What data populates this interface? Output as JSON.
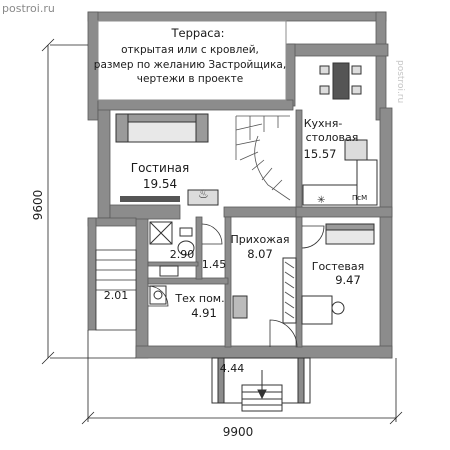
{
  "watermark": "postroi.ru",
  "terrace_note": {
    "lines": [
      "Терраса:",
      "открытая или с кровлей,",
      "размер по желанию Застройщика,",
      "чертежи в проекте"
    ]
  },
  "rooms": {
    "living": {
      "name": "Гостиная",
      "area": "19.54"
    },
    "kitchen": {
      "name_line1": "Кухня-",
      "name_line2": "столовая",
      "area": "15.57"
    },
    "hall": {
      "name": "Прихожая",
      "area": "8.07"
    },
    "guest": {
      "name": "Гостевая",
      "area": "9.47"
    },
    "bath": {
      "area": "2.90"
    },
    "closet": {
      "area": "1.45"
    },
    "tech": {
      "name": "Тех пом.",
      "area": "4.91"
    },
    "storage": {
      "area": "2.01"
    },
    "porch": {
      "area": "4.44"
    }
  },
  "appliances": {
    "dishwasher": "ПсМ"
  },
  "dimensions": {
    "width": "9900",
    "height": "9600"
  },
  "colors": {
    "wall": "#8c8c8c",
    "wall_edge": "#5a5a5a",
    "text": "#1a1a1a",
    "note_bg": "#ffffff",
    "floor": "#ffffff"
  }
}
